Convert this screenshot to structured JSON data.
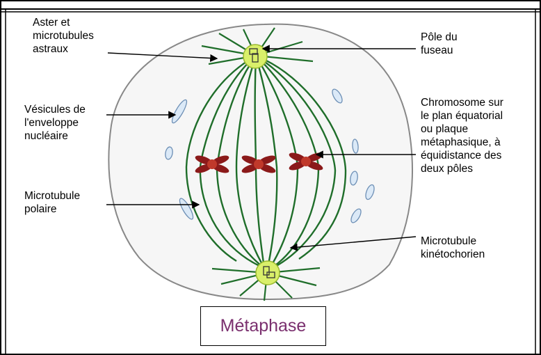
{
  "title": "Métaphase",
  "labels": {
    "aster": "Aster et\nmicrotubules\nastraux",
    "vesicles": "Vésicules de\nl'enveloppe\nnucléaire",
    "polar_mt": "Microtubule\npolaire",
    "pole": "Pôle du\nfuseau",
    "chromosome": "Chromosome sur\nle plan équatorial\nou plaque\nmétaphasique, à\néquidistance des\ndeux pôles",
    "kineto_mt": "Microtubule\nkinétochorien"
  },
  "colors": {
    "spindle": "#1f6e2a",
    "centrosome": "#d9ef6a",
    "chromosome": "#8b1a1a",
    "vesicle": "#dbe9f7",
    "title": "#7a2f6e"
  }
}
